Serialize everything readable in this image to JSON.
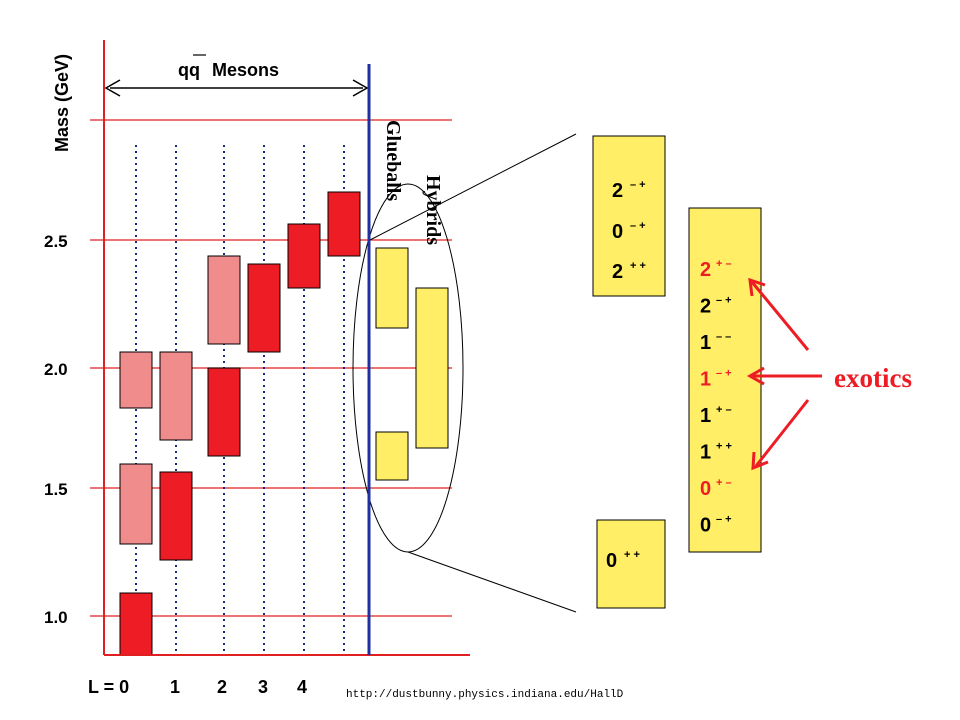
{
  "axis": {
    "ylabel": "Mass (GeV)",
    "ticks": [
      "2.5",
      "2.0",
      "1.5",
      "1.0"
    ],
    "xlabels": [
      "L = 0",
      "1",
      "2",
      "3",
      "4"
    ]
  },
  "labels": {
    "mesons_qq": "qq",
    "mesons_word": "Mesons",
    "glueballs": "Glueballs",
    "hybrids": "Hybrids",
    "exotics": "exotics",
    "url": "http://dustbunny.physics.indiana.edu/HallD"
  },
  "glueball_box_top": [
    "2",
    "0",
    "2"
  ],
  "glueball_box_top_sup": [
    "– +",
    "– +",
    "+ +"
  ],
  "glueball_box_bottom": "0",
  "glueball_box_bottom_sup": "+ +",
  "hybrid_states": [
    {
      "j": "2",
      "pc": "+ –",
      "exotic": true
    },
    {
      "j": "2",
      "pc": "– +",
      "exotic": false
    },
    {
      "j": "1",
      "pc": "– –",
      "exotic": false
    },
    {
      "j": "1",
      "pc": "– +",
      "exotic": true
    },
    {
      "j": "1",
      "pc": "+ –",
      "exotic": false
    },
    {
      "j": "1",
      "pc": "+ +",
      "exotic": false
    },
    {
      "j": "0",
      "pc": "+ –",
      "exotic": true
    },
    {
      "j": "0",
      "pc": "– +",
      "exotic": false
    }
  ],
  "colors": {
    "axis": "#e02020",
    "boundary": "#2030a0",
    "dark_red": "#ee1c24",
    "light_red": "#f08c8c",
    "yellow": "#ffee66",
    "exotic_text": "#ee1c24"
  }
}
